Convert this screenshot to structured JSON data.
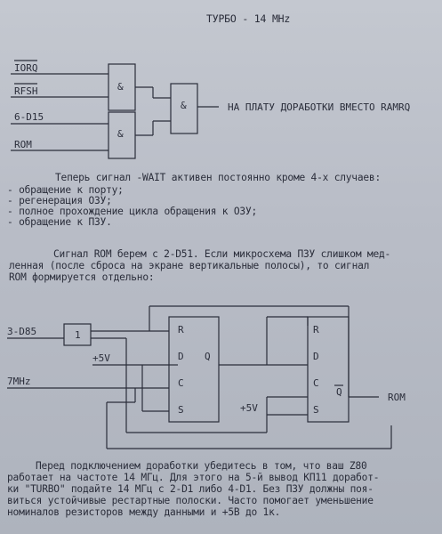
{
  "title": "ТУРБО - 14 MHz",
  "diagram1": {
    "inputs": [
      "IORQ",
      "RFSH",
      "6-D15",
      "ROM"
    ],
    "gate_symbol": "&",
    "output_label": "НА ПЛАТУ ДОРАБОТКИ ВМЕСТО RAMRQ"
  },
  "paragraph1": {
    "intro": "Теперь сигнал -WAIT активен постоянно кроме 4-х случаев:",
    "items": [
      "- обращение к порту;",
      "- регенерация ОЗУ;",
      "- полное прохождение цикла обращения к ОЗУ;",
      "- обращение к ПЗУ."
    ]
  },
  "paragraph2": [
    "Сигнал ROM берем с 2-D51. Если микросхема ПЗУ слишком мед-",
    "ленная (после сброса на экране вертикальные полосы), то сигнал",
    "ROM формируется отдельно:"
  ],
  "diagram2": {
    "input_top": "3-D85",
    "buffer_label": "1",
    "plus5v_1": "+5V",
    "plus5v_2": "+5V",
    "clock_input": "7MHz",
    "pins": {
      "r": "R",
      "d": "D",
      "c": "C",
      "s": "S",
      "q": "Q"
    },
    "output_label": "ROM"
  },
  "paragraph3": [
    "Перед подключением доработки убедитесь в том, что ваш Z80",
    "работает на частоте 14 МГц. Для этого на 5-й вывод КП11 доработ-",
    "ки \"TURBO\" подайте 14 МГц с 2-D1 либо 4-D1. Без ПЗУ должны поя-",
    "виться устойчивые рестартные полоски. Часто помогает уменьшение",
    "номиналов резисторов между данными и +5В до 1к."
  ]
}
